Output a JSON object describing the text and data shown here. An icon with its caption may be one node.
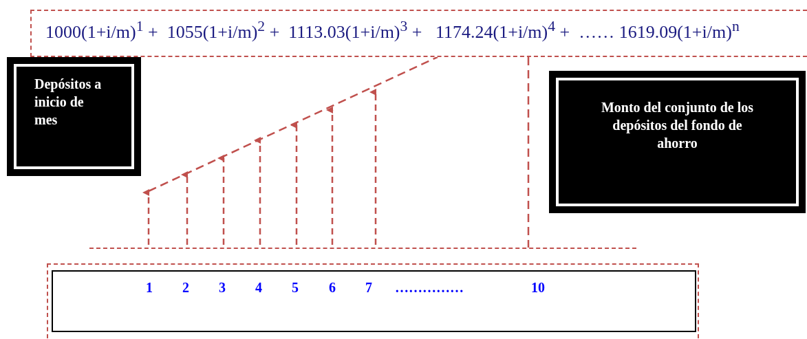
{
  "diagram": {
    "nodes": [
      {
        "text": [
          "1000(1+i/m)$^{1}$ +  1055(1+i/m)$^{2}$ +  1113.03(1+i/m)$^{3}$ +   1174.24(1+i/m)$^{4}$ +  …… 1619.09(1+i/m)$^{n}$"
        ]
      },
      {
        "text": [
          "Depósitos a inicio de mes"
        ]
      },
      {
        "text": [
          "Monto del conjunto de los depósitos del fondo de ahorro"
        ]
      },
      {
        "text": [
          "1",
          "2",
          "3",
          "4",
          "5",
          "6",
          "7",
          "……………",
          "10"
        ]
      },
      {
        "text": [],
        "shape": "bar"
      },
      {
        "text": [],
        "shape": "picture"
      }
    ],
    "edges": [
      {
        "from": 5,
        "to": 0,
        "arrow": "none",
        "style": "dashed"
      },
      {
        "from": 0,
        "to": 4,
        "arrow": "none",
        "style": "dashed"
      }
    ]
  }
}
